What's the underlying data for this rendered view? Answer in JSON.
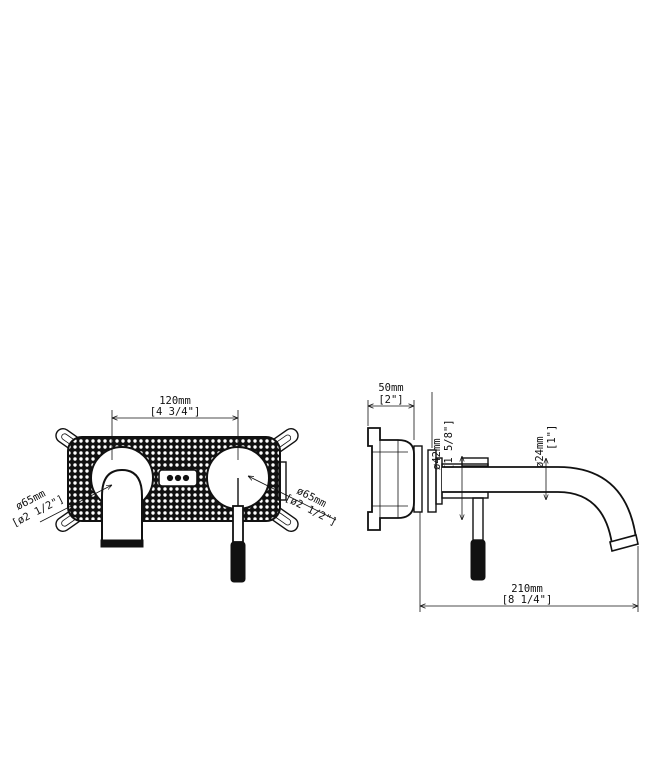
{
  "front_view": {
    "width_label": "120mm",
    "width_label_imperial": "[4 3/4\"]",
    "left_dia_label": "ø65mm",
    "left_dia_label_imperial": "[ø2 1/2\"]",
    "right_dia_label": "ø65mm",
    "right_dia_label_imperial": "[ø2 1/2\"]"
  },
  "side_view": {
    "depth_label": "50mm",
    "depth_label_imperial": "[2\"]",
    "flange_dia_label": "ø42mm",
    "flange_dia_label_imperial": "[1 5/8\"]",
    "spout_dia_label": "ø24mm",
    "spout_dia_label_imperial": "[1\"]",
    "reach_label": "210mm",
    "reach_label_imperial": "[8 1/4\"]"
  }
}
